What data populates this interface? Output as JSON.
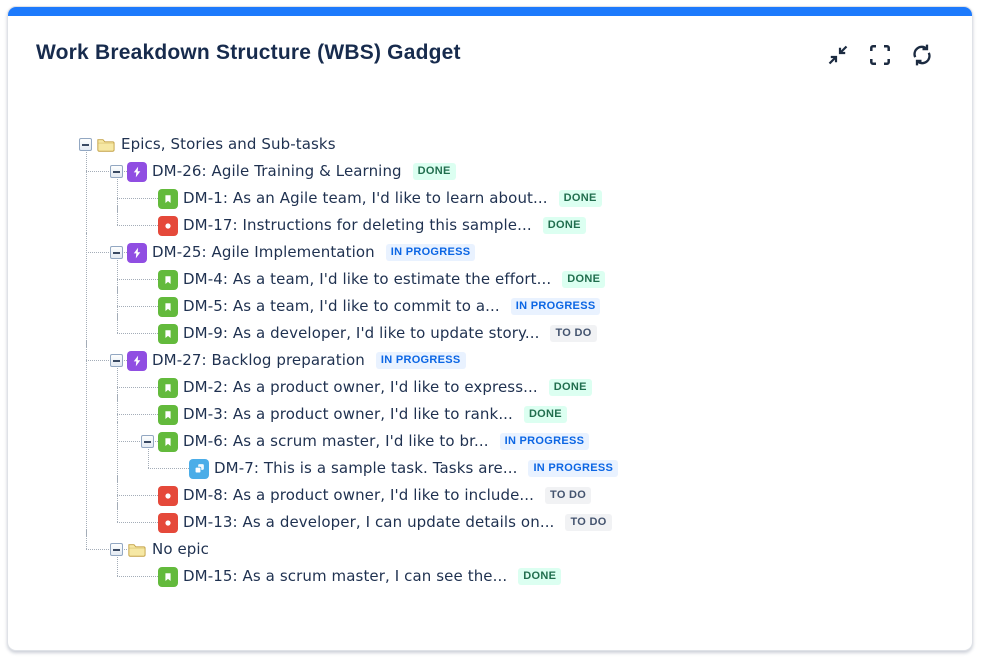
{
  "header": {
    "title": "Work Breakdown Structure (WBS) Gadget",
    "actions": [
      {
        "name": "collapse-icon"
      },
      {
        "name": "fullscreen-icon"
      },
      {
        "name": "refresh-icon"
      }
    ]
  },
  "colors": {
    "accent_bar": "#1D7AFC",
    "title_text": "#172B4D",
    "header_icon": "#1C2B41",
    "tree_text": "#1F3150",
    "connector_dots": "#A4ADB8"
  },
  "issue_type_colors": {
    "epic": "#904EE2",
    "story": "#63BA3C",
    "bug": "#E5493A",
    "subtask": "#4BADE8",
    "folder_fill": "#F6E8A4",
    "folder_stroke": "#C3A145"
  },
  "statuses": {
    "DONE": {
      "bg": "#DCFFF1",
      "fg": "#216E4E"
    },
    "IN PROGRESS": {
      "bg": "#E9F2FF",
      "fg": "#0C66E4"
    },
    "TO DO": {
      "bg": "#F1F2F4",
      "fg": "#44546F"
    }
  },
  "tree": {
    "label": "Epics, Stories and Sub-tasks",
    "type": "folder",
    "status": null,
    "children": [
      {
        "label": "DM-26: Agile Training & Learning",
        "type": "epic",
        "status": "DONE",
        "children": [
          {
            "label": "DM-1: As an Agile team, I'd like to learn about...",
            "type": "story",
            "status": "DONE"
          },
          {
            "label": "DM-17: Instructions for deleting this sample...",
            "type": "bug",
            "status": "DONE"
          }
        ]
      },
      {
        "label": "DM-25: Agile Implementation",
        "type": "epic",
        "status": "IN PROGRESS",
        "children": [
          {
            "label": "DM-4: As a team, I'd like to estimate the effort...",
            "type": "story",
            "status": "DONE"
          },
          {
            "label": "DM-5: As a team, I'd like to commit to a...",
            "type": "story",
            "status": "IN PROGRESS"
          },
          {
            "label": "DM-9: As a developer, I'd like to update story...",
            "type": "story",
            "status": "TO DO"
          }
        ]
      },
      {
        "label": "DM-27: Backlog preparation",
        "type": "epic",
        "status": "IN PROGRESS",
        "children": [
          {
            "label": "DM-2: As a product owner, I'd like to express...",
            "type": "story",
            "status": "DONE"
          },
          {
            "label": "DM-3: As a product owner, I'd like to rank...",
            "type": "story",
            "status": "DONE"
          },
          {
            "label": "DM-6: As a scrum master, I'd like to br...",
            "type": "story",
            "status": "IN PROGRESS",
            "children": [
              {
                "label": "DM-7: This is a sample task. Tasks are...",
                "type": "subtask",
                "status": "IN PROGRESS"
              }
            ]
          },
          {
            "label": "DM-8: As a product owner, I'd like to include...",
            "type": "bug",
            "status": "TO DO"
          },
          {
            "label": "DM-13: As a developer, I can update details on...",
            "type": "bug",
            "status": "TO DO"
          }
        ]
      },
      {
        "label": "No epic",
        "type": "folder",
        "status": null,
        "children": [
          {
            "label": "DM-15: As a scrum master, I can see the...",
            "type": "story",
            "status": "DONE"
          }
        ]
      }
    ]
  }
}
